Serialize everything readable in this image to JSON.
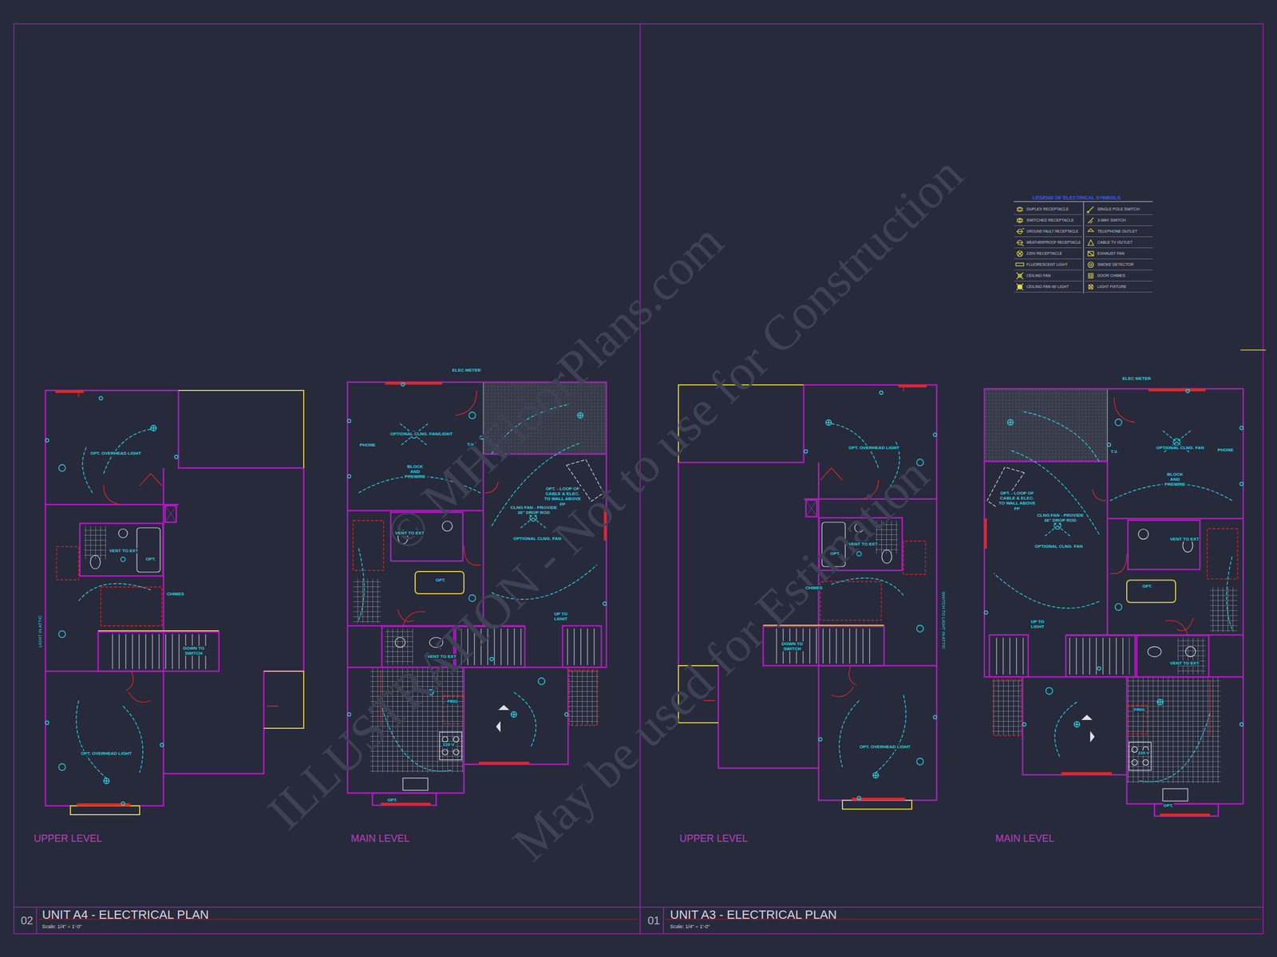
{
  "diagram": {
    "nodes": [
      {
        "text": [
          "02"
        ]
      },
      {
        "text": [
          "UNIT A4 - ELECTRICAL PLAN",
          "Scale: 1/4\" = 1'-0\""
        ]
      },
      {
        "text": [
          "01"
        ]
      },
      {
        "text": [
          "UNIT A3 - ELECTRICAL PLAN",
          "Scale: 1/4\" = 1'-0\""
        ]
      }
    ],
    "labels": [
      "UPPER LEVEL",
      "MAIN LEVEL",
      "UPPER LEVEL",
      "MAIN LEVEL",
      "LEGEND OF ELECTRICAL SYMBOLS",
      "© MHFloorPlans.com",
      "ILLUSTRATION - Not to use for Construction",
      "May be used for Estimation",
      "OPT. OVERHEAD LIGHT",
      "LIGHT IN ATTIC",
      "VENT TO EXT",
      "OPT.",
      "CHIMES",
      "DOWN TO SWITCH",
      "OPT. OVERHEAD LIGHT",
      "ELEC METER",
      "PHONE",
      "T.V.",
      "OPTIONAL CLNG. FAN/LIGHT",
      "BLOCK AND PREWIRE",
      "OPT. - LOOP OF CABLE & ELEC. TO WALL ABOVE FP",
      "CLNG FAN - PROVIDE 36\" DROP ROD",
      "OPTIONAL CLNG. FAN",
      "VENT TO EXT",
      "OPT.",
      "UP TO LIGHT",
      "VENT TO EXT",
      "FRIG",
      "220 V",
      "OPT.",
      "OPT. OVERHEAD LIGHT",
      "VENT TO EXT",
      "OPT.",
      "CHIMES",
      "DOWN TO SWITCH",
      "SWITCH TO LIGHT IN ATTIC",
      "OPT. OVERHEAD LIGHT",
      "ELEC METER",
      "T.V.",
      "OPTIONAL CLNG. FAN",
      "BLOCK AND PREWIRE",
      "PHONE",
      "OPT. - LOOP OF CABLE & ELEC. TO WALL ABOVE FP",
      "CLNG FAN - PROVIDE 36\" DROP ROD",
      "OPTIONAL CLNG. FAN",
      "VENT TO EXT",
      "OPT.",
      "UP TO LIGHT",
      "VENT TO EXT",
      "FRIG",
      "220 V",
      "OPT."
    ],
    "legend": [
      {
        "text": "DUPLEX RECEPTACLE"
      },
      {
        "text": "SWITCHED RECEPTACLE"
      },
      {
        "text": "GROUND FAULT RECEPTACLE"
      },
      {
        "text": "WEATHERPROOF RECEPTACLE"
      },
      {
        "text": "220V RECEPTACLE"
      },
      {
        "text": "FLUORESCENT LIGHT"
      },
      {
        "text": "CEILING FAN"
      },
      {
        "text": "CEILING FAN W/ LIGHT"
      },
      {
        "text": "SINGLE POLE SWITCH"
      },
      {
        "text": "3-WAY SWITCH"
      },
      {
        "text": "TELEPHONE OUTLET"
      },
      {
        "text": "CABLE TV OUTLET"
      },
      {
        "text": "EXHAUST FAN"
      },
      {
        "text": "SMOKE DETECTOR"
      },
      {
        "text": "DOOR CHIMES"
      },
      {
        "text": "LIGHT FIXTURE"
      }
    ]
  }
}
